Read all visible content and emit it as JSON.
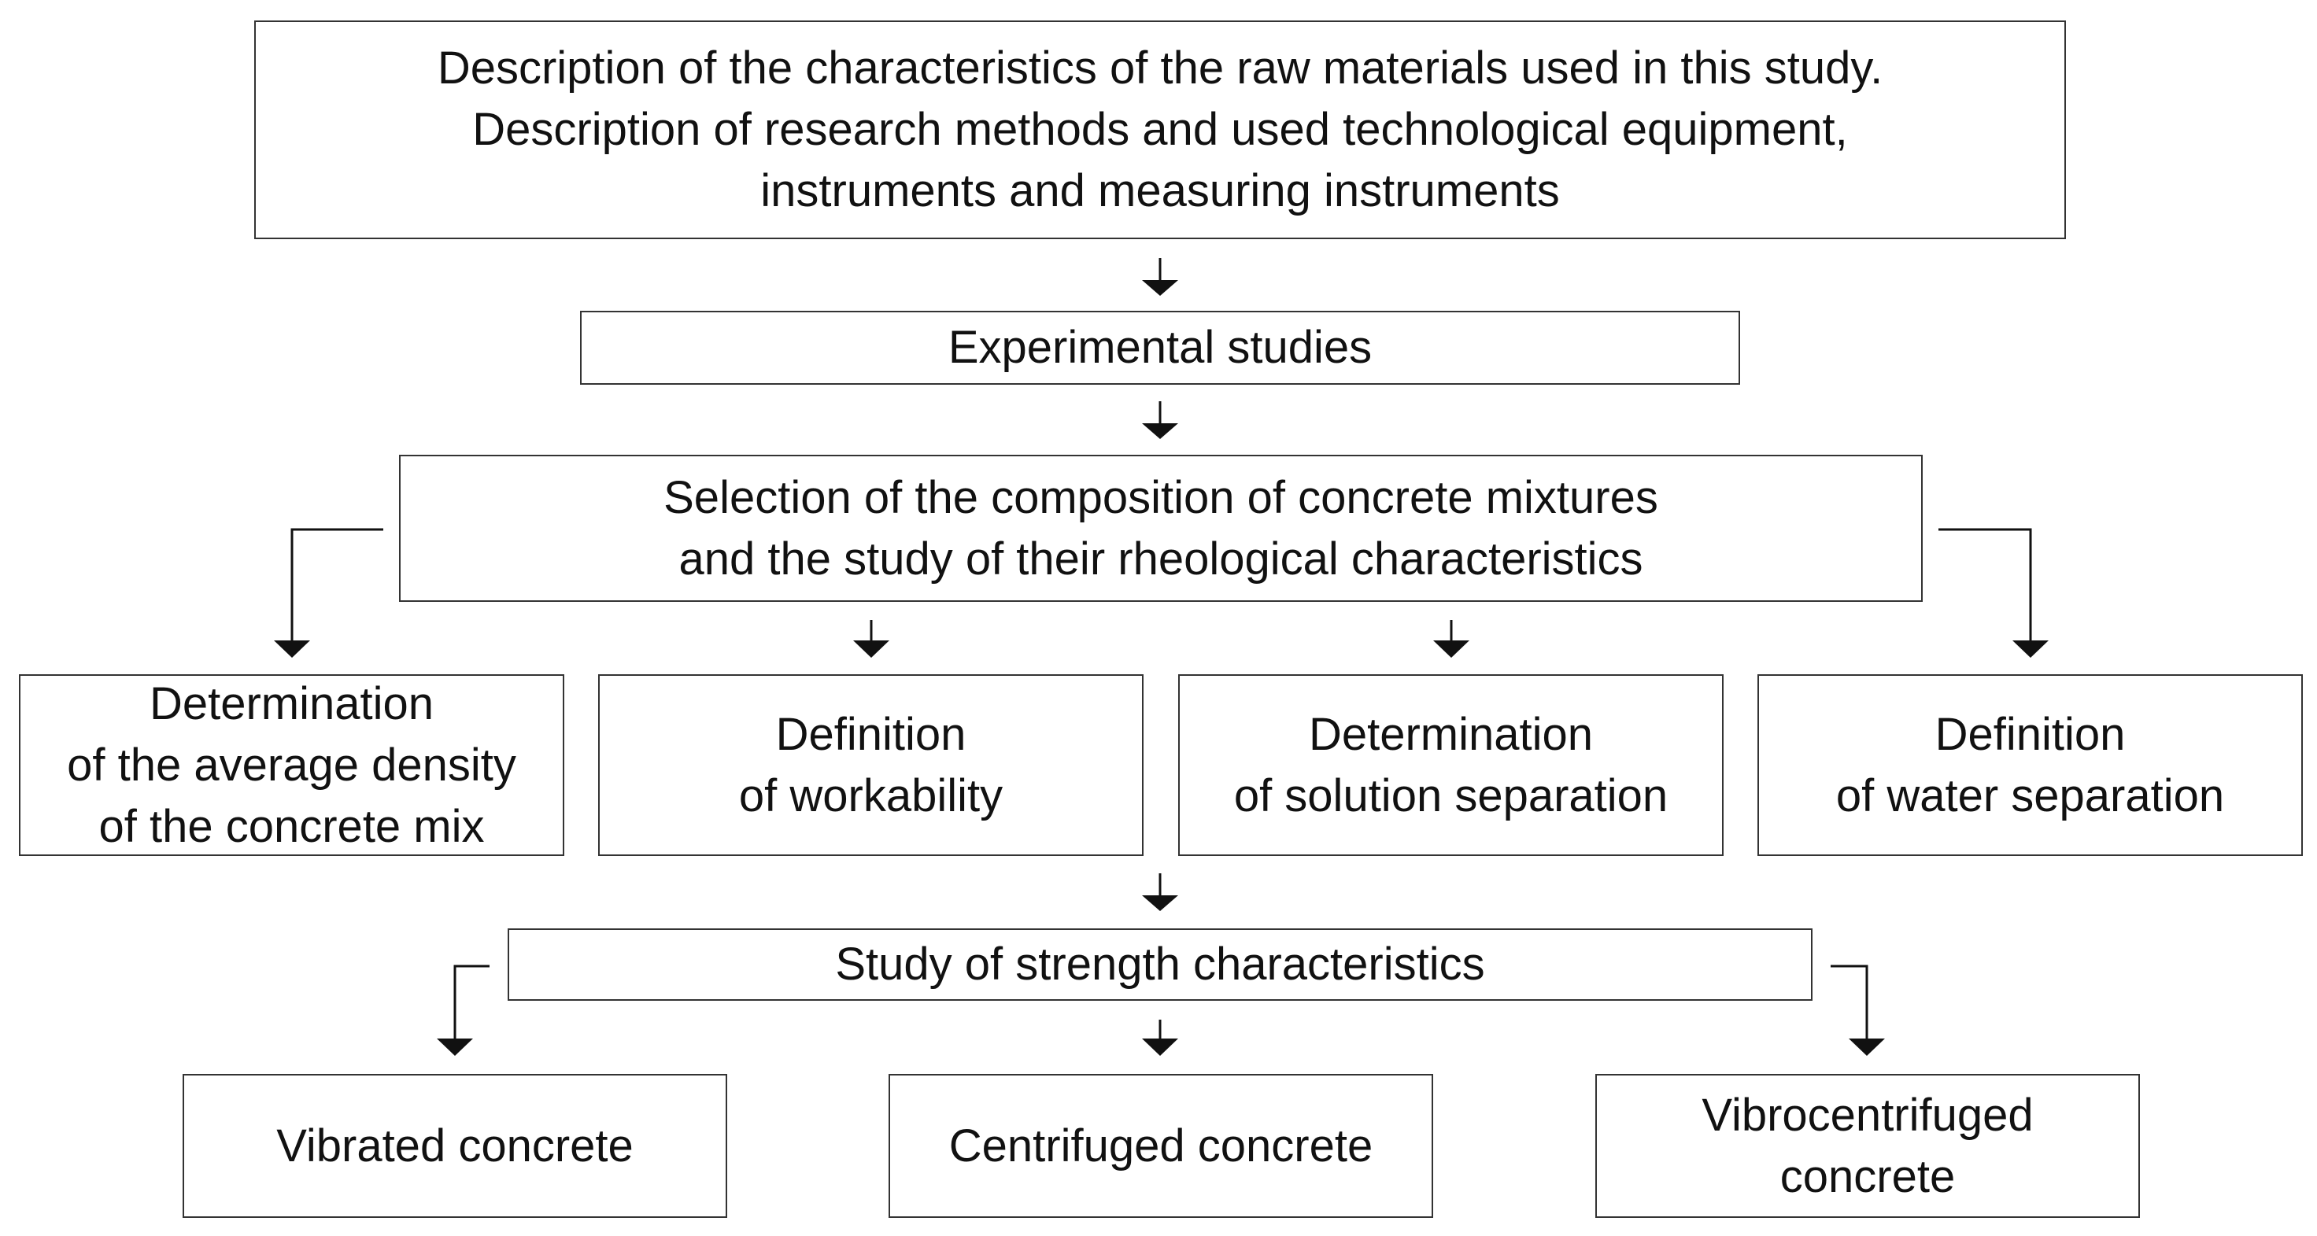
{
  "diagram": {
    "intro": {
      "lines": [
        "Description of the characteristics of the raw materials used in this study.",
        "Description of research methods and used technological equipment,",
        "instruments and measuring instruments"
      ]
    },
    "experimental": {
      "label": "Experimental studies"
    },
    "selection": {
      "lines": [
        "Selection of the composition of concrete mixtures",
        "and the study of their rheological characteristics"
      ]
    },
    "rheology": [
      {
        "lines": [
          "Determination",
          "of the average density",
          "of the concrete mix"
        ]
      },
      {
        "lines": [
          "Definition",
          "of workability"
        ]
      },
      {
        "lines": [
          "Determination",
          "of solution separation"
        ]
      },
      {
        "lines": [
          "Definition",
          "of water separation"
        ]
      }
    ],
    "strength": {
      "label": "Study of strength characteristics"
    },
    "concretes": [
      {
        "lines": [
          "Vibrated concrete"
        ]
      },
      {
        "lines": [
          "Centrifuged concrete"
        ]
      },
      {
        "lines": [
          "Vibrocentrifuged",
          "concrete"
        ]
      }
    ],
    "colors": {
      "line": "#111111",
      "border": "#333333",
      "text": "#111111"
    }
  }
}
